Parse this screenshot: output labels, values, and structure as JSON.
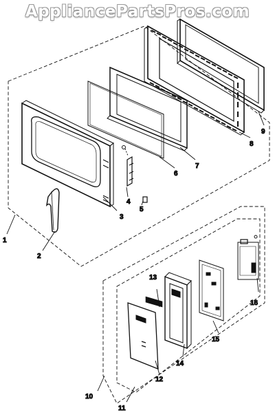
{
  "watermark": "AppliancePartsPros.com",
  "callouts": [
    "1",
    "2",
    "3",
    "4",
    "5",
    "6",
    "7",
    "8",
    "9",
    "10",
    "11",
    "12",
    "13",
    "14",
    "15",
    "16"
  ],
  "colors": {
    "line": "#111111",
    "background": "#ffffff",
    "watermark_outline": "#9a9a9a"
  }
}
